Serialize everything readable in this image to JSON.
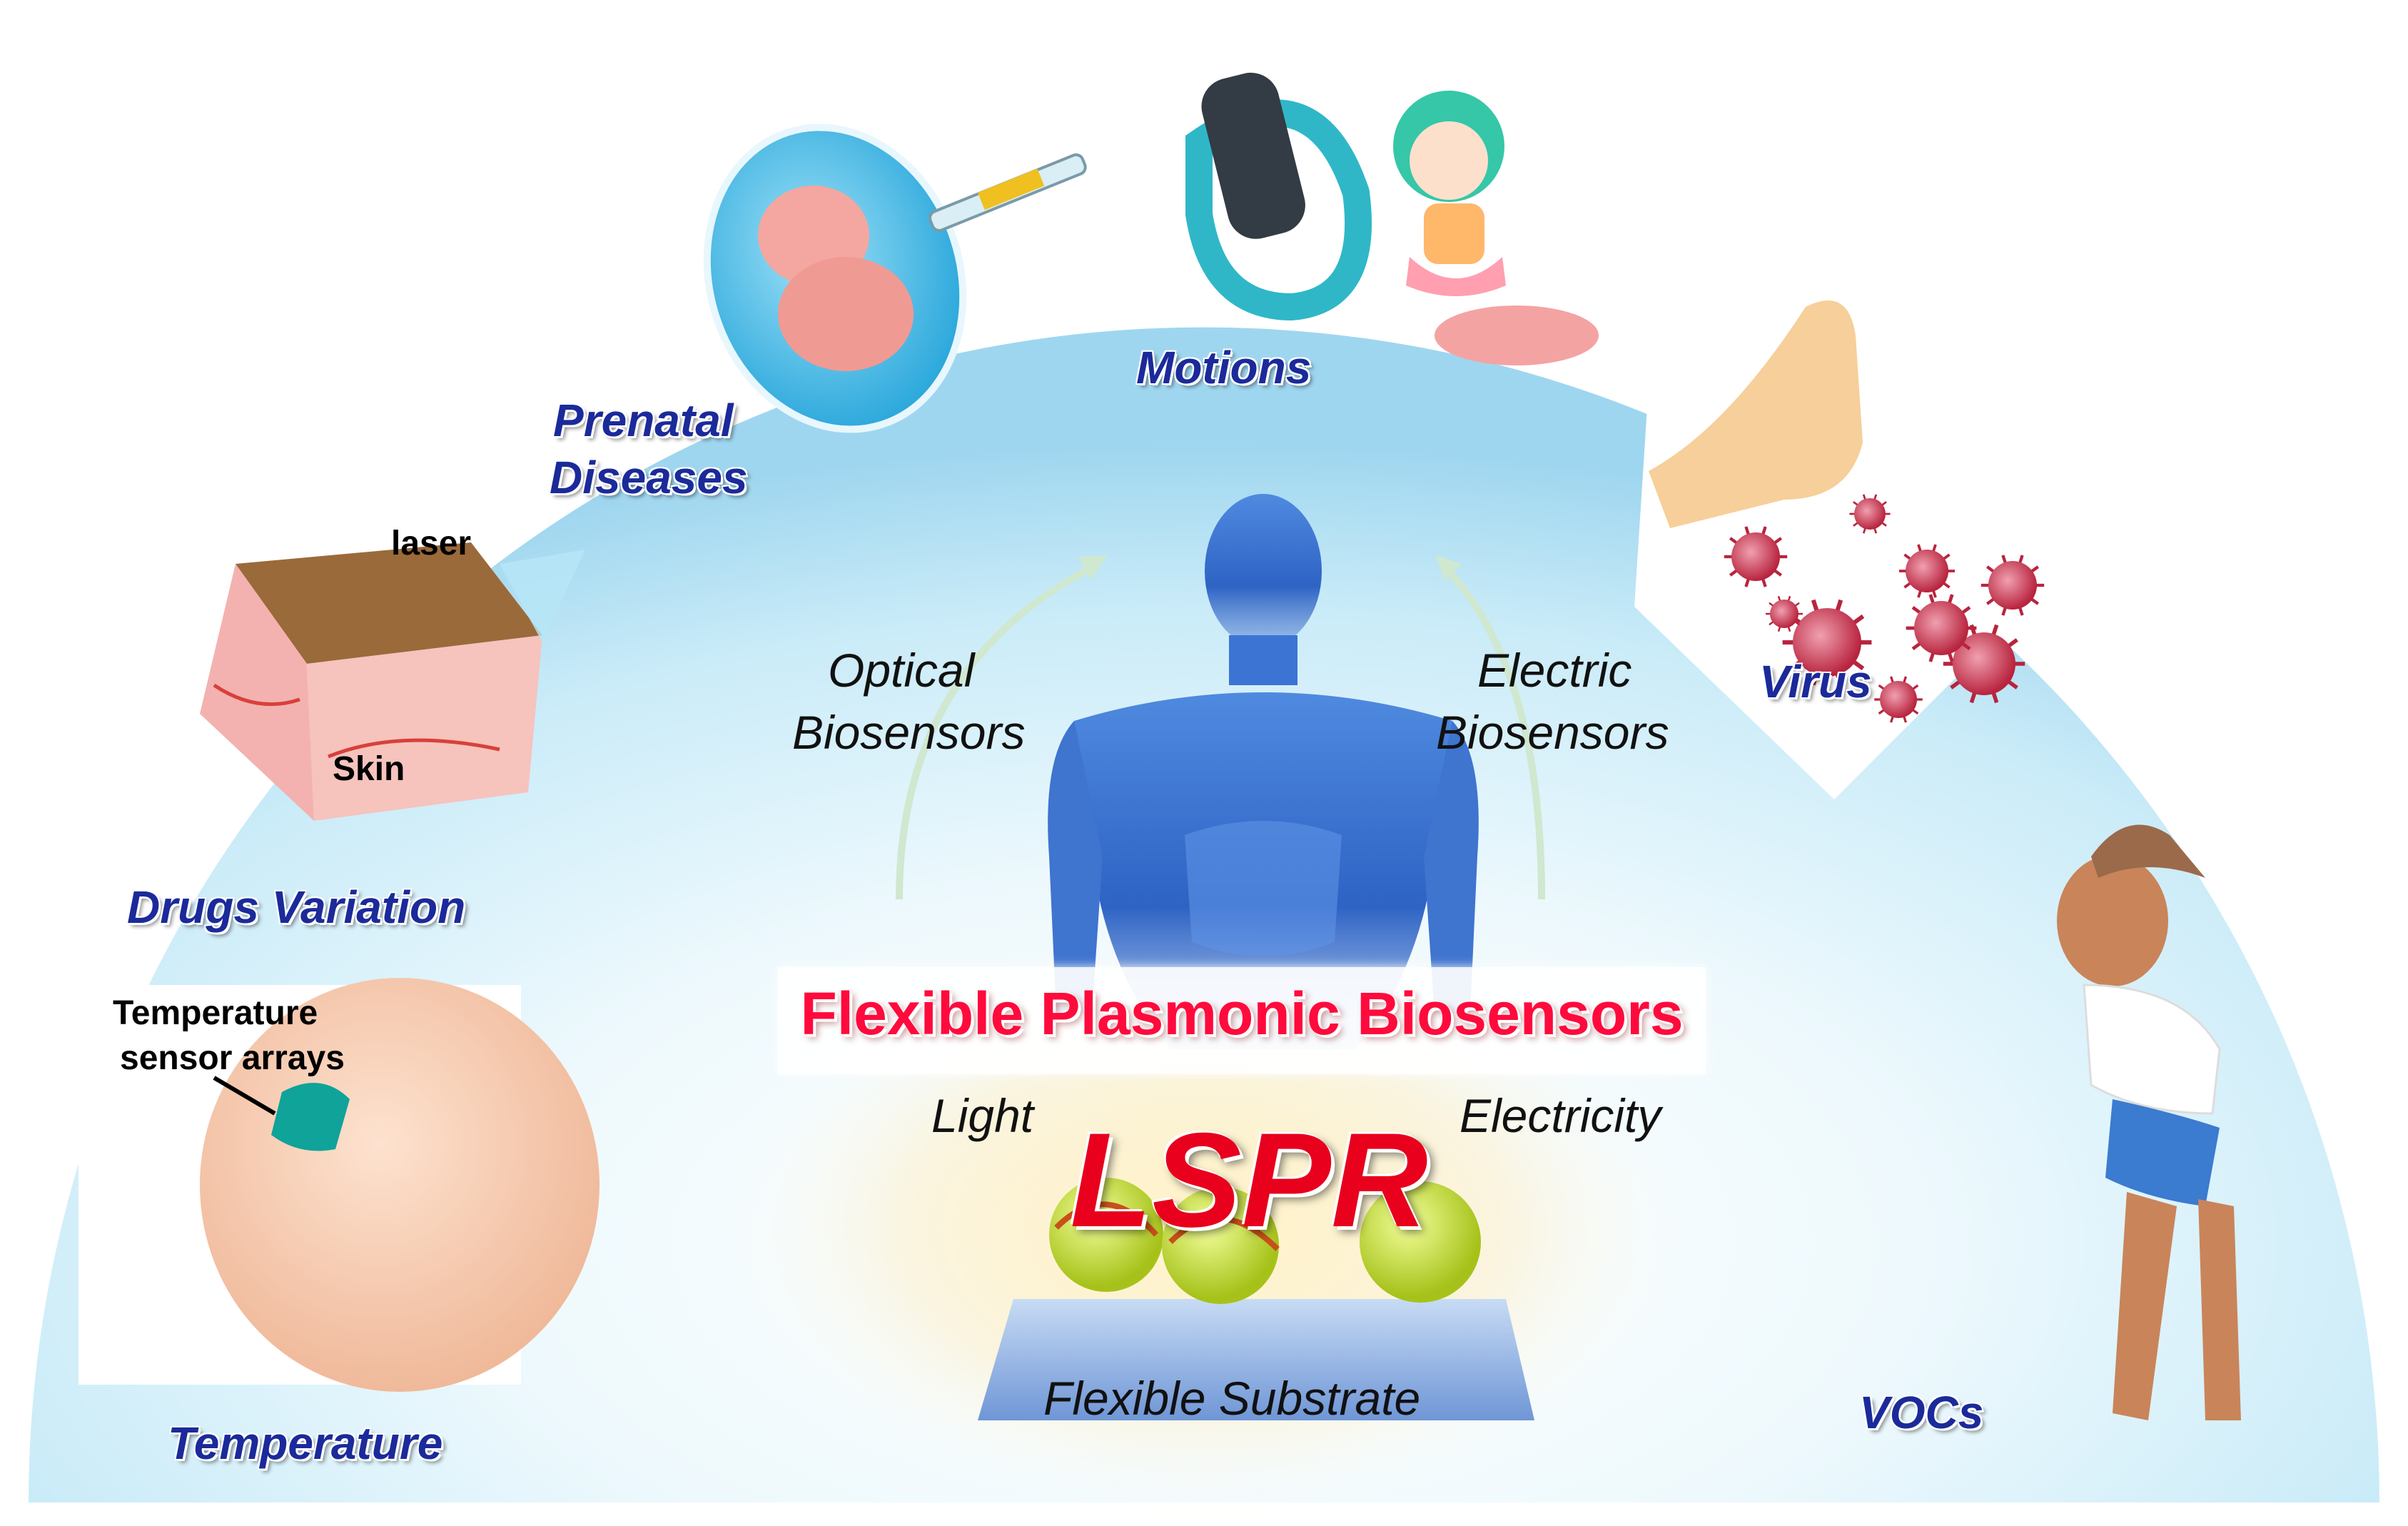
{
  "center": {
    "title": "Flexible Plasmonic Biosensors",
    "acronym": "LSPR",
    "optical": [
      "Optical",
      "Biosensors"
    ],
    "electric": [
      "Electric",
      "Biosensors"
    ],
    "light": "Light",
    "electricity": "Electricity",
    "substrate": "Flexible Substrate"
  },
  "categories": {
    "motions": "Motions",
    "prenatal": [
      "Prenatal",
      "Diseases"
    ],
    "virus": "Virus",
    "drugs": "Drugs Variation",
    "temperature": "Temperature",
    "vocs": "VOCs"
  },
  "annotations": {
    "laser": "laser",
    "skin": "Skin",
    "temp_sensor": [
      "Temperature",
      "sensor arrays"
    ]
  },
  "colors": {
    "category_text": "#1b2a9a",
    "title_text": "#ff0a3c",
    "acronym_text": "#e8001c",
    "sky_inner": "#ffffff",
    "sky_outer": "#a9dcf2",
    "body_blue": "#2e63c4"
  }
}
